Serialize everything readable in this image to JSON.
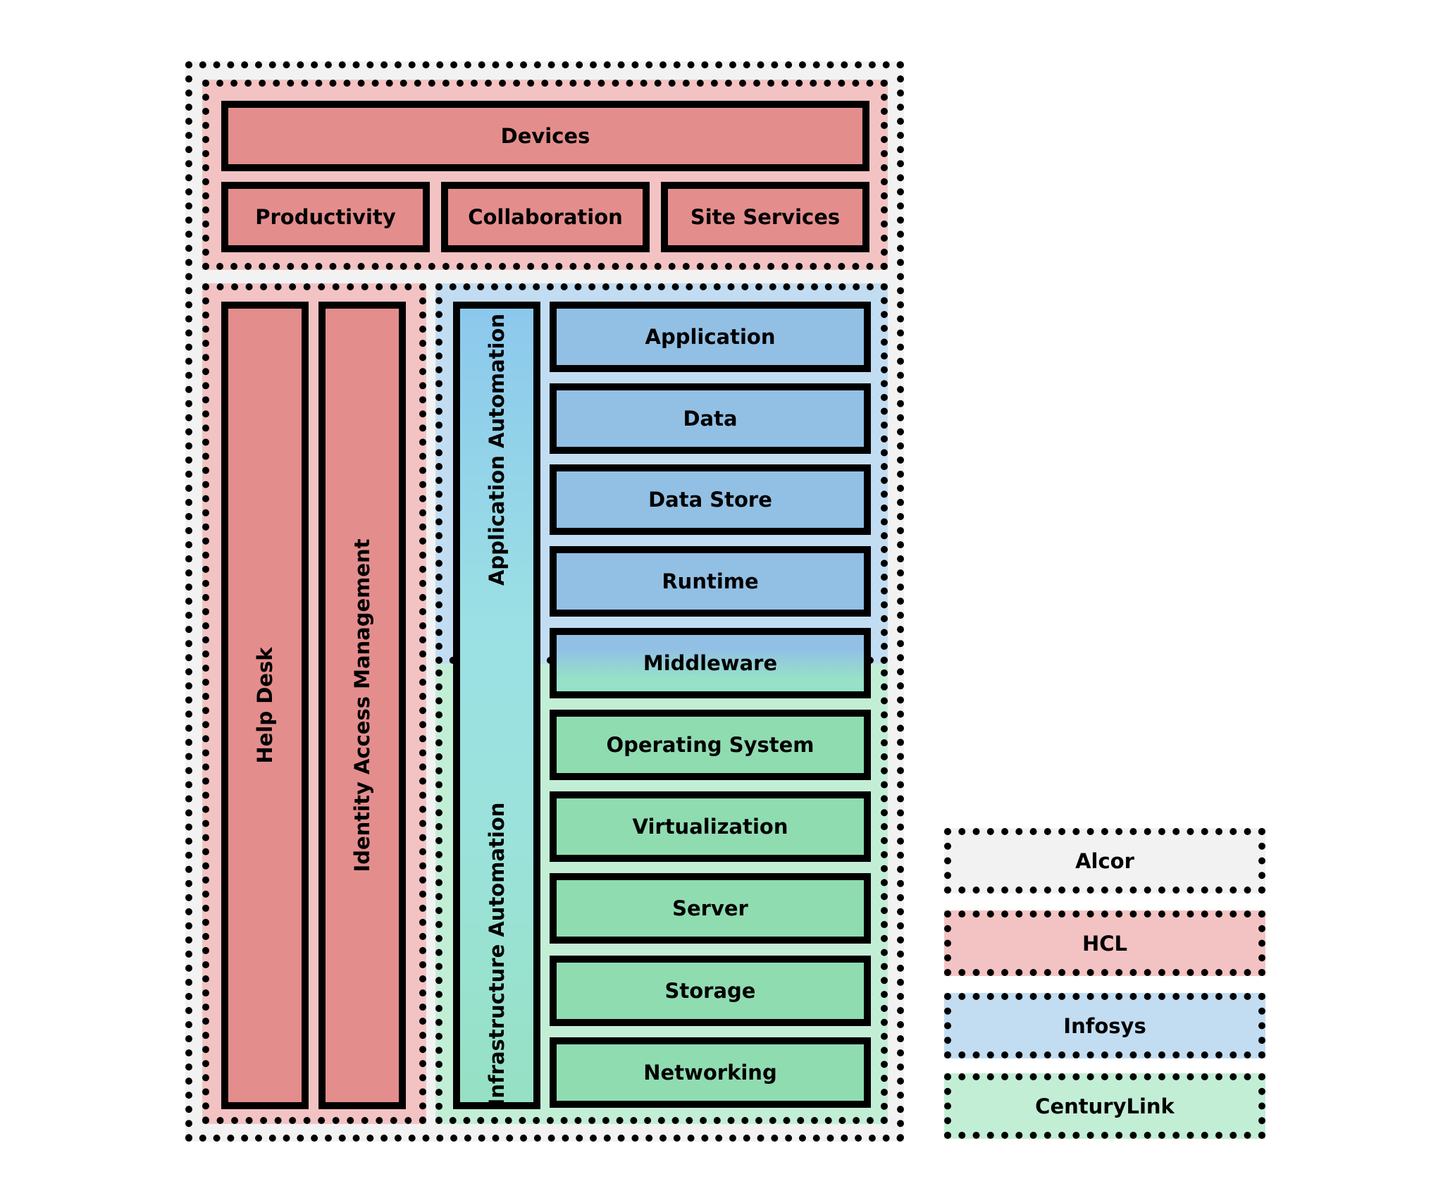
{
  "diagram": {
    "top": {
      "devices": "Devices",
      "productivity": "Productivity",
      "collaboration": "Collaboration",
      "site_services": "Site Services"
    },
    "left": {
      "help_desk": "Help Desk",
      "identity_access_management": "Identity Access Management"
    },
    "automation": {
      "application": "Application Automation",
      "infrastructure": "Infrastructure Automation"
    },
    "stack": {
      "application": "Application",
      "data": "Data",
      "data_store": "Data Store",
      "runtime": "Runtime",
      "middleware": "Middleware",
      "operating_system": "Operating System",
      "virtualization": "Virtualization",
      "server": "Server",
      "storage": "Storage",
      "networking": "Networking"
    }
  },
  "legend": {
    "alcor": "Alcor",
    "hcl": "HCL",
    "infosys": "Infosys",
    "centurylink": "CenturyLink"
  },
  "colors": {
    "alcor": "#f2f2f2",
    "hcl": "#f3c3c4",
    "infosys": "#c2ddf2",
    "centurylink": "#c3eed6",
    "hcl_box": "#e48d8d",
    "infosys_box": "#92c0e5",
    "centurylink_box": "#90dcb1"
  }
}
